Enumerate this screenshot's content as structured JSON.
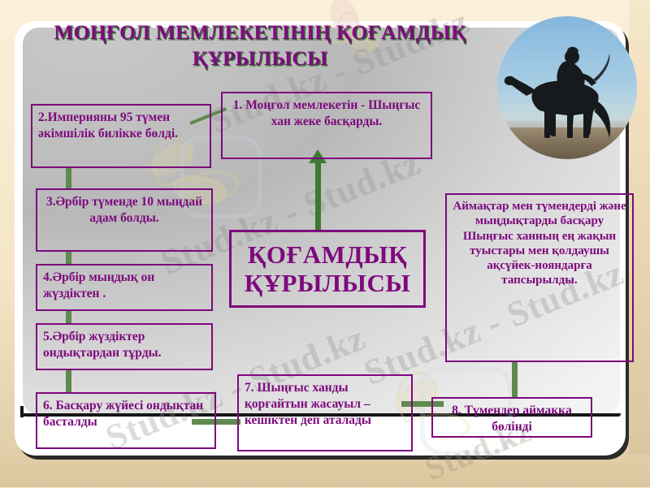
{
  "slide": {
    "title": "МОҢҒОЛ МЕМЛЕКЕТІНІҢ ҚОҒАМДЫҚ ҚҰРЫЛЫСЫ",
    "center_line_1": "ҚОҒАМДЫҚ",
    "center_line_2": "ҚҰРЫЛЫСЫ",
    "watermark": "Stud.kz - Stud.kz",
    "watermark_short": "Stud.kz",
    "photo_caption": "mongol-warrior-on-horseback-photo"
  },
  "colors": {
    "purple": "#7d097d",
    "title_purple": "#800a80",
    "title_shadow_green": "#2d6b2d",
    "connector_green": "#5f8a4e",
    "arrow_green": "#3f7a34",
    "slide_background_beige": "#f6e6c8",
    "panel_gray": "#b8b8b8"
  },
  "boxes": [
    {
      "id": "box-1",
      "number": "1",
      "text": "1. Моңғол мемлекетін  - Шыңғыс хан жеке басқарды."
    },
    {
      "id": "box-2",
      "number": "2",
      "text": "2.Империяны 95 түмен әкімшілік билікке бөлді."
    },
    {
      "id": "box-3",
      "number": "3",
      "text": "3.Әрбір түменде 10 мыңдай  адам болды."
    },
    {
      "id": "box-4",
      "number": "4",
      "text": "4.Әрбір мыңдық он жүздіктен ."
    },
    {
      "id": "box-5",
      "number": "5",
      "text": "5.Әрбір жүздіктер ондықтардан тұрды."
    },
    {
      "id": "box-6",
      "number": "6",
      "text": "6. Басқару жүйесі ондықтан басталды"
    },
    {
      "id": "box-7",
      "number": "7",
      "text": "7. Шыңғыс ханды қорғайтын жасауыл – кешіктен деп аталады"
    },
    {
      "id": "box-8",
      "number": "8",
      "text": "8. Түмендер аймаққа бөлінді"
    },
    {
      "id": "box-9",
      "number": "",
      "text": "Аймақтар мен түмендерді және мыңдықтарды басқару Шыңғыс ханның ең жақын туыстары мен қолдаушы ақсүйек-нояндарға тапсырылды."
    }
  ]
}
